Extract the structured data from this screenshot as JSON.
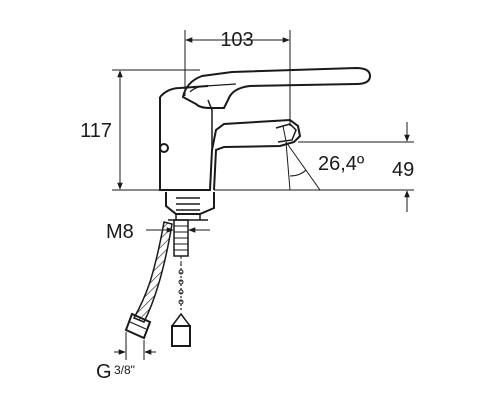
{
  "dimensions": {
    "width_label": "103",
    "height_label": "117",
    "spout_height_label": "49",
    "angle_label": "26,4º",
    "thread_label": "M8",
    "hose_connection_label": "G",
    "hose_connection_fraction": "3/8\""
  }
}
